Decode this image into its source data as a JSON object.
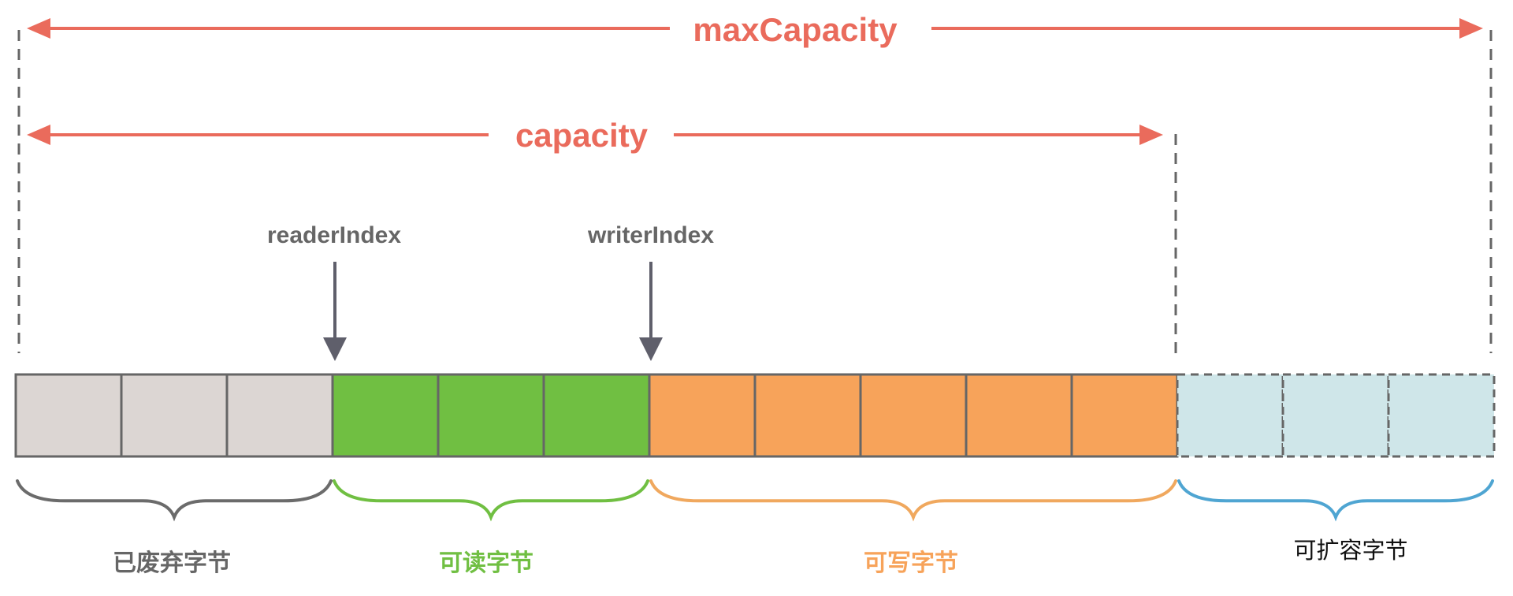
{
  "labels": {
    "max_capacity": "maxCapacity",
    "capacity": "capacity",
    "reader_index": "readerIndex",
    "writer_index": "writerIndex"
  },
  "regions": [
    {
      "key": "discarded",
      "label": "已废弃字节",
      "cells": 3,
      "fill": "#dcd6d3",
      "label_color": "#666666",
      "brace_color": "#6b6b6b",
      "dashed": false
    },
    {
      "key": "readable",
      "label": "可读字节",
      "cells": 3,
      "fill": "#70bf42",
      "label_color": "#70bf42",
      "brace_color": "#70bf42",
      "dashed": false
    },
    {
      "key": "writable",
      "label": "可写字节",
      "cells": 5,
      "fill": "#f7a35a",
      "label_color": "#f7a35a",
      "brace_color": "#f0a85e",
      "dashed": false
    },
    {
      "key": "expandable",
      "label": "可扩容字节",
      "cells": 3,
      "fill": "#cfe6e9",
      "label_color": "#111111",
      "brace_color": "#4fa5d2",
      "dashed": true
    }
  ],
  "colors": {
    "dimension": "#ea6b5c",
    "pointer": "#5f5f6b",
    "border": "#666666",
    "guide": "#666666"
  }
}
